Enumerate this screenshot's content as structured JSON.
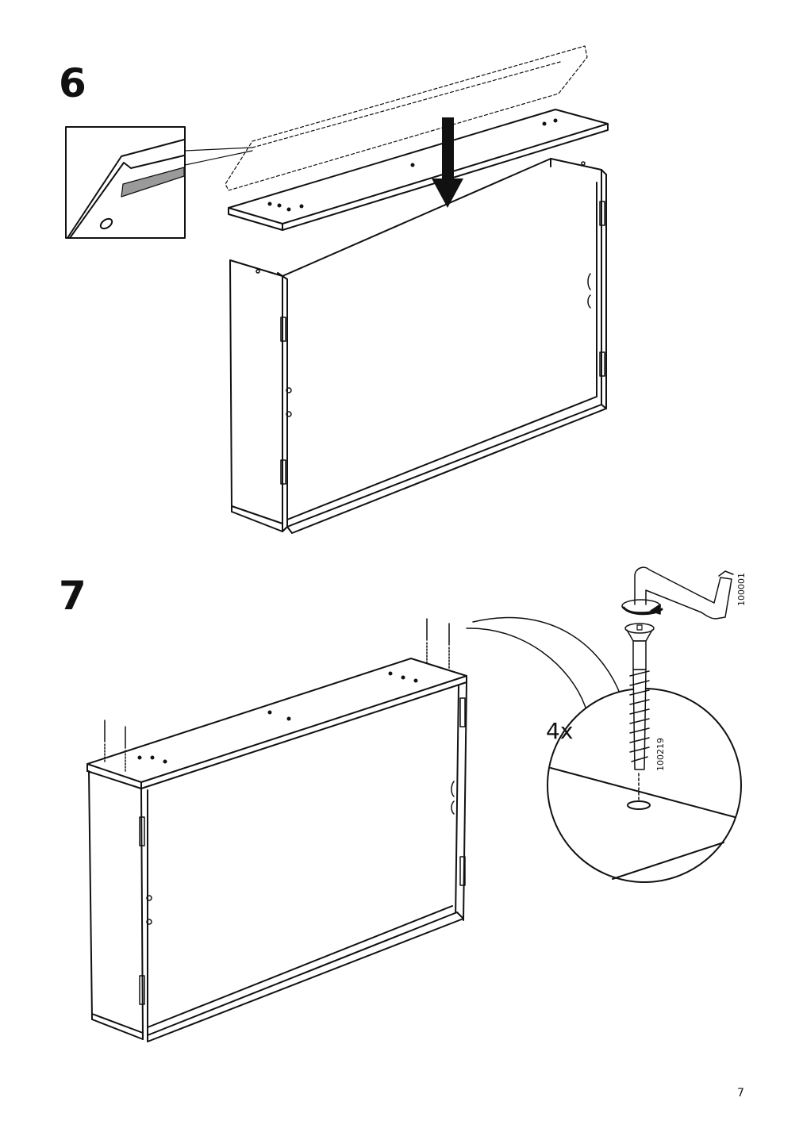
{
  "steps": [
    {
      "number": "6"
    },
    {
      "number": "7",
      "quantity": "4x"
    }
  ],
  "parts": {
    "allen_key_id": "100001",
    "screw_id": "100219"
  },
  "page_number": "7",
  "icons": [
    "down-arrow-icon",
    "rotation-arrow-icon",
    "allen-key-icon",
    "screw-icon"
  ]
}
